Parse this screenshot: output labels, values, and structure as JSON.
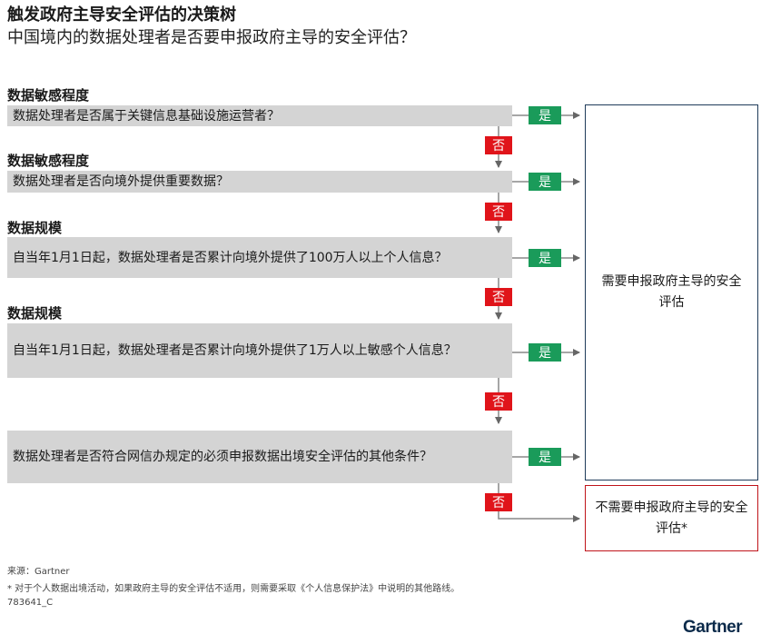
{
  "title": "触发政府主导安全评估的决策树",
  "subtitle": "中国境内的数据处理者是否要申报政府主导的安全评估？",
  "steps": [
    {
      "category": "数据敏感程度",
      "question": "数据处理者是否属于关键信息基础设施运营者？",
      "yes": "是",
      "no": "否"
    },
    {
      "category": "数据敏感程度",
      "question": "数据处理者是否向境外提供重要数据？",
      "yes": "是",
      "no": "否"
    },
    {
      "category": "数据规模",
      "question": "自当年1月1日起，数据处理者是否累计向境外提供了100万人以上个人信息？",
      "yes": "是",
      "no": "否"
    },
    {
      "category": "数据规模",
      "question": "自当年1月1日起，数据处理者是否累计向境外提供了1万人以上敏感个人信息？",
      "yes": "是",
      "no": "否"
    },
    {
      "category": "",
      "question": "数据处理者是否符合网信办规定的必须申报数据出境安全评估的其他条件？",
      "yes": "是",
      "no": "否"
    }
  ],
  "results": {
    "required": "需要申报政府主导的安全评估",
    "not_required": "不需要申报政府主导的安全评估*"
  },
  "footer": {
    "source": "来源：Gartner",
    "note": "* 对于个人数据出境活动，如果政府主导的安全评估不适用，则需要采取《个人信息保护法》中说明的其他路线。",
    "id": "783641_C"
  },
  "logo_text": "Gartner",
  "colors": {
    "yes": "#1a9b5a",
    "no": "#e0141a",
    "question_bg": "#d4d4d4",
    "required_border": "#1f3b5a",
    "not_required_border": "#c0141a"
  }
}
